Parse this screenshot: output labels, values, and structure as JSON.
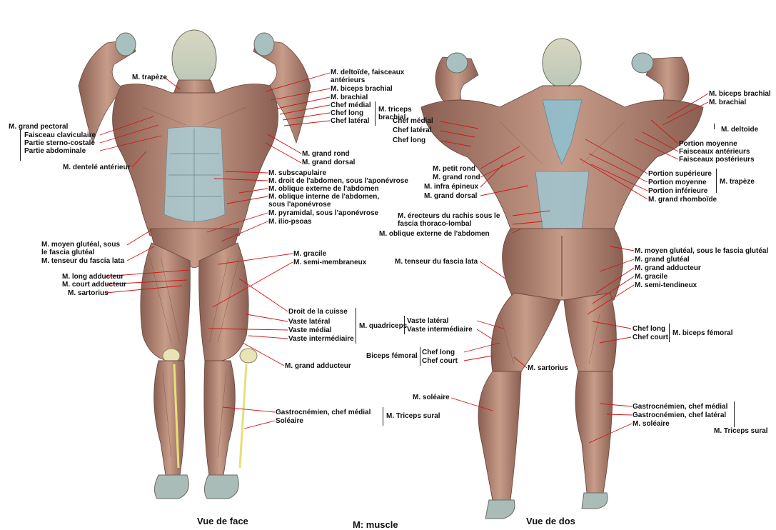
{
  "legend": "M: muscle",
  "front": {
    "caption": "Vue de face",
    "labels": {
      "trapeze": "M. trapèze",
      "deltoide": "M. deltoïde, faisceaux antérieurs",
      "biceps": "M. biceps brachial",
      "brachial": "M. brachial",
      "chef_medial": "Chef médial",
      "chef_long": "Chef long",
      "chef_lateral": "Chef latéral",
      "triceps_group": "M. triceps brachial",
      "grand_pectoral": "M. grand pectoral",
      "faisceau_claviculaire": "Faisceau claviculaire",
      "partie_sterno": "Partie sterno-costale",
      "partie_abdo": "Partie abdominale",
      "dentele": "M. dentelé antérieur",
      "grand_rond": "M. grand rond",
      "grand_dorsal": "M. grand dorsal",
      "subscapulaire": "M. subscapulaire",
      "droit_abdomen": "M. droit de l'abdomen, sous l'aponévrose",
      "oblique_externe": "M. oblique externe de l'abdomen",
      "oblique_interne": "M. oblique interne de l'abdomen, sous l'aponévrose",
      "pyramidal": "M. pyramidal, sous l'aponévrose",
      "ilio_psoas": "M. ilio-psoas",
      "moyen_gluteal": "M. moyen glutéal, sous le fascia glutéal",
      "tenseur": "M. tenseur du fascia lata",
      "long_adducteur": "M. long adducteur",
      "court_adducteur": "M. court adducteur",
      "sartorius": "M. sartorius",
      "gracile": "M. gracile",
      "semi_membraneux": "M. semi-membraneux",
      "droit_cuisse": "Droit de la cuisse",
      "vaste_lateral": "Vaste latéral",
      "vaste_medial": "Vaste médial",
      "vaste_intermediaire": "Vaste intermédiaire",
      "quadriceps_group": "M. quadriceps",
      "grand_adducteur": "M. grand adducteur",
      "gastro_medial": "Gastrocnémien, chef médial",
      "soleaire": "Soléaire",
      "triceps_sural_group": "M. Triceps sural"
    }
  },
  "back": {
    "caption": "Vue de dos",
    "labels": {
      "biceps": "M. biceps brachial",
      "brachial": "M. brachial",
      "deltoide_group": "M. deltoïde",
      "portion_moyenne": "Portion moyenne",
      "faisceaux_ant": "Faisceaux antérieurs",
      "faisceaux_post": "Faisceaux postérieurs",
      "chef_medial": "Chef médial",
      "chef_lateral": "Chef latéral",
      "chef_long": "Chef long",
      "petit_rond": "M. petit rond",
      "grand_rond": "M. grand rond",
      "infra_epineux": "M. infra épineux",
      "grand_dorsal": "M. grand dorsal",
      "portion_sup": "Portion supérieure",
      "portion_moy": "Portion moyenne",
      "portion_inf": "Portion inférieure",
      "trapeze_group": "M. trapèze",
      "grand_rhomboide": "M. grand rhomboïde",
      "erecteurs": "M. érecteurs du rachis sous le fascia thoraco-lombal",
      "oblique_externe": "M. oblique externe de l'abdomen",
      "moyen_gluteal": "M. moyen glutéal, sous le fascia glutéal",
      "grand_gluteal": "M. grand glutéal",
      "grand_adducteur": "M. grand adducteur",
      "gracile": "M. gracile",
      "semi_tendineux": "M. semi-tendineux",
      "tenseur": "M. tenseur du fascia lata",
      "vaste_lateral": "Vaste latéral",
      "vaste_intermediaire": "Vaste intermédiaire",
      "biceps_femoral_short": "Biceps fémoral",
      "chef_long_leg": "Chef long",
      "chef_court_leg": "Chef court",
      "chef_long_r": "Chef long",
      "chef_court_r": "Chef court",
      "biceps_femoral_group": "M. biceps fémoral",
      "sartorius": "M. sartorius",
      "soleaire": "M. soléaire",
      "gastro_medial": "Gastrocnémien, chef médial",
      "gastro_lateral": "Gastrocnémien, chef latéral",
      "soleaire2": "M. soléaire",
      "triceps_sural_group": "M. Triceps sural"
    }
  },
  "colors": {
    "muscle": "#b98a78",
    "tendon": "#8fc0d0",
    "line": "#d01515",
    "bone": "#e8e2b0"
  }
}
